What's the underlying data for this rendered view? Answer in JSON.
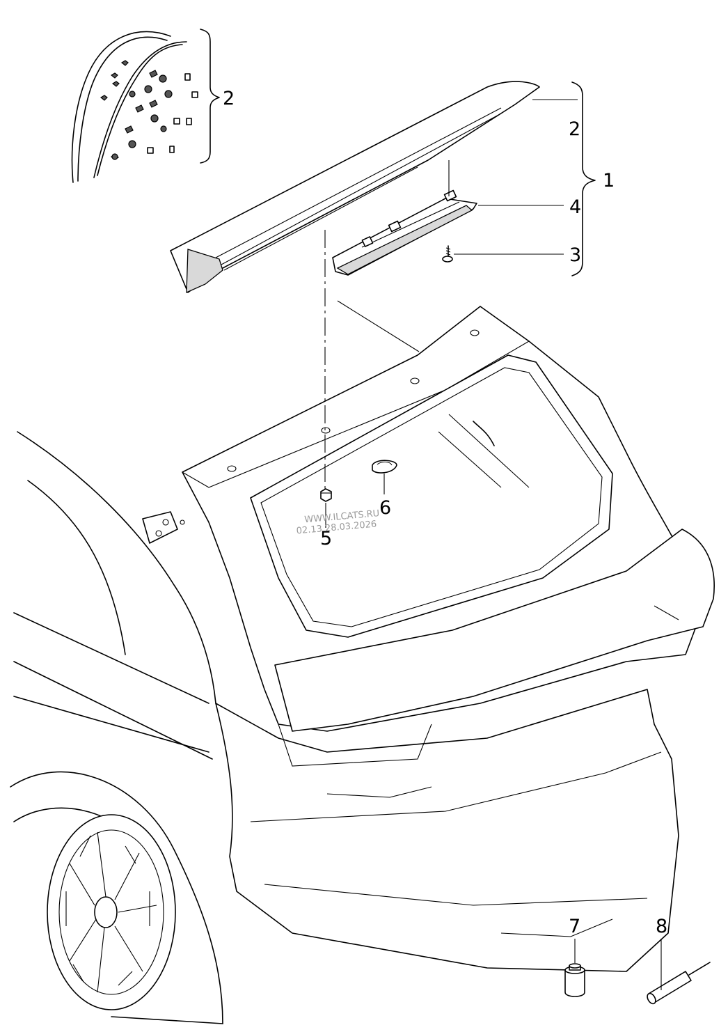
{
  "callouts": {
    "c1": "1",
    "c2_top": "2",
    "c2_right": "2",
    "c3": "3",
    "c4": "4",
    "c5": "5",
    "c6": "6",
    "c7": "7",
    "c8": "8"
  },
  "watermark": {
    "line1": "WWW.ILCATS.RU",
    "line2": "02.13 28.03.2026"
  }
}
